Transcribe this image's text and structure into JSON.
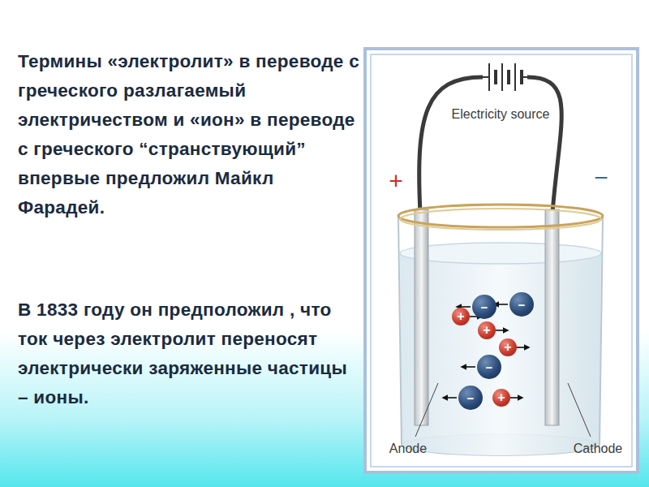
{
  "diagram": {
    "nodes": [
      {
        "text": [
          "−"
        ]
      },
      {
        "text": [
          "−"
        ]
      },
      {
        "text": [
          "+"
        ]
      },
      {
        "text": [
          "+"
        ]
      },
      {
        "text": [
          "+"
        ]
      },
      {
        "text": [
          "−"
        ]
      },
      {
        "text": [
          "−"
        ]
      },
      {
        "text": [
          "+"
        ]
      }
    ],
    "labels": [
      "Термины «электролит» в переводе с греческого разлагаемый электричеством и «ион» в переводе с греческого “странствующий” впервые предложил Майкл Фарадей.",
      "В 1833 году он предположил , что ток через электролит переносят электрически заряженные частицы – ионы.",
      "Electricity source",
      "+",
      "−",
      "Anode",
      "Cathode"
    ]
  }
}
